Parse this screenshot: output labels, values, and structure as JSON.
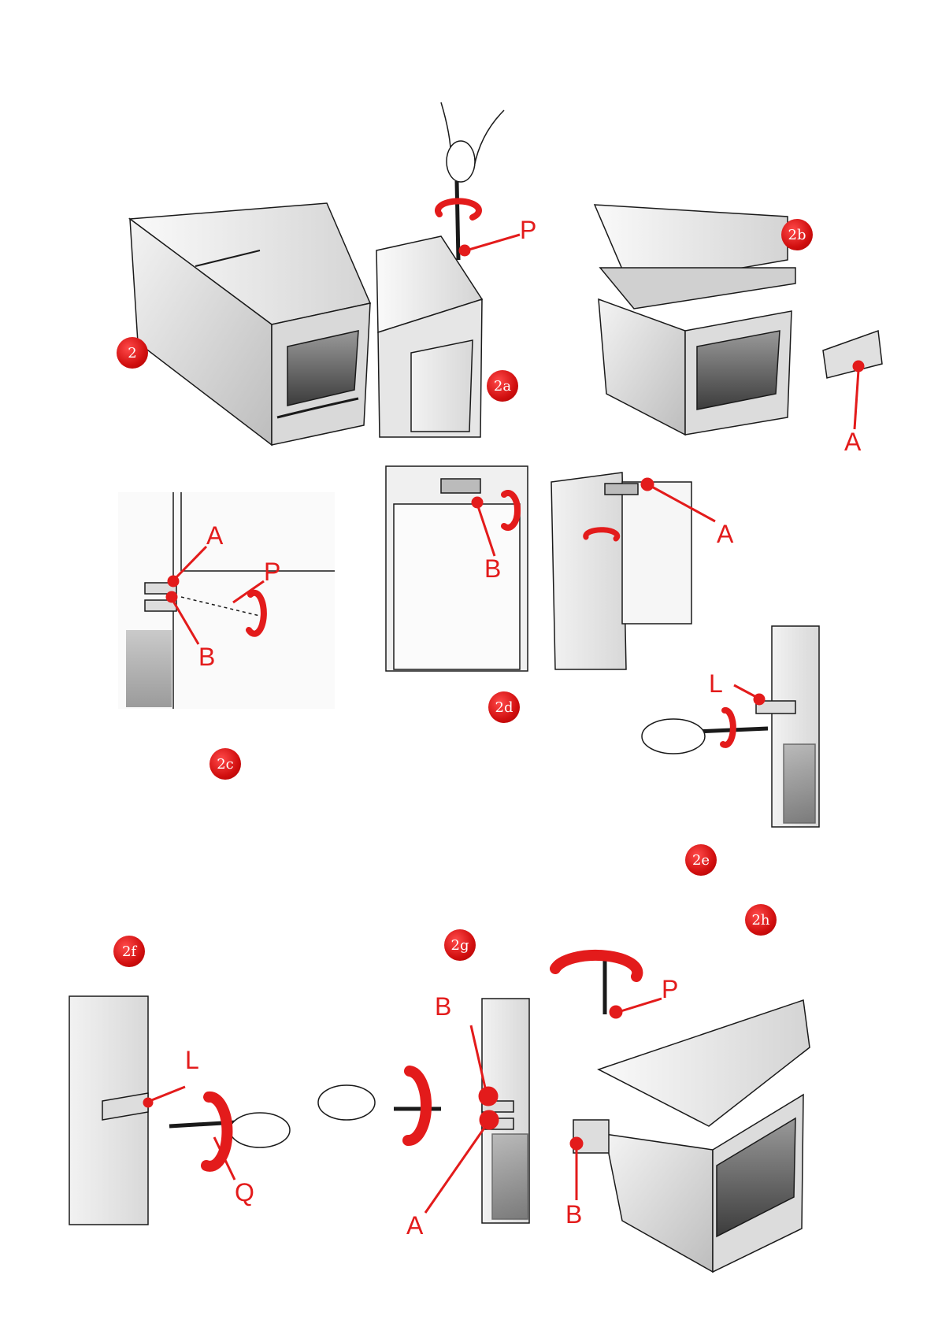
{
  "figures": [
    {
      "id": "2",
      "label": "2"
    },
    {
      "id": "2a",
      "label": "2a"
    },
    {
      "id": "2b",
      "label": "2b"
    },
    {
      "id": "2c",
      "label": "2c"
    },
    {
      "id": "2d",
      "label": "2d"
    },
    {
      "id": "2e",
      "label": "2e"
    },
    {
      "id": "2f",
      "label": "2f"
    },
    {
      "id": "2g",
      "label": "2g"
    },
    {
      "id": "2h",
      "label": "2h"
    }
  ],
  "callouts": {
    "p": "P",
    "a": "A",
    "b": "B",
    "l": "L",
    "q": "Q"
  },
  "colors": {
    "accent": "#e31b1b",
    "line": "#1a1a1a",
    "panel": "#e8e8e8"
  }
}
